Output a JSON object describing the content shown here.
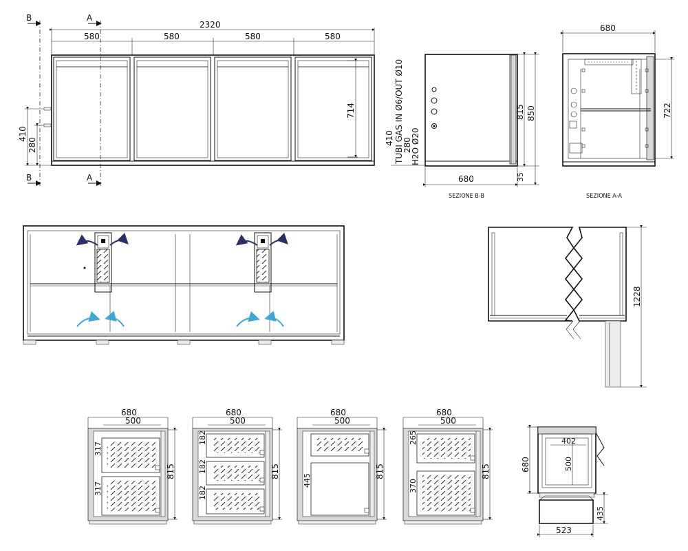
{
  "front": {
    "overall": "2320",
    "modules": [
      "580",
      "580",
      "580",
      "580"
    ],
    "h714": "714",
    "h410": "410",
    "h280": "280",
    "sec_b_top": "B",
    "sec_b_bot": "B",
    "sec_a_top": "A",
    "sec_a_bot": "A"
  },
  "section_bb": {
    "caption": "SEZIONE B-B",
    "width": "680",
    "h815": "815",
    "h850": "850",
    "h35": "35",
    "h410": "410",
    "h280": "280",
    "note_gas": "TUBI GAS IN Ø6/OUT Ø10",
    "note_h2o": "H2O Ø20"
  },
  "section_aa": {
    "caption": "SEZIONE A-A",
    "width": "680",
    "h722": "722"
  },
  "side_plan": {
    "h1228": "1228"
  },
  "drawer_views": [
    {
      "w": "680",
      "inner": "500",
      "h": "815",
      "labels": [
        "317",
        "317"
      ]
    },
    {
      "w": "680",
      "inner": "500",
      "h": "815",
      "labels": [
        "182",
        "182",
        "182"
      ]
    },
    {
      "w": "680",
      "inner": "500",
      "h": "815",
      "labels": [
        "445"
      ]
    },
    {
      "w": "680",
      "inner": "500",
      "h": "815",
      "labels": [
        "265",
        "370"
      ]
    }
  ],
  "drawer_detail": {
    "h680": "680",
    "w402": "402",
    "h500": "500",
    "h435": "435",
    "w523": "523"
  }
}
